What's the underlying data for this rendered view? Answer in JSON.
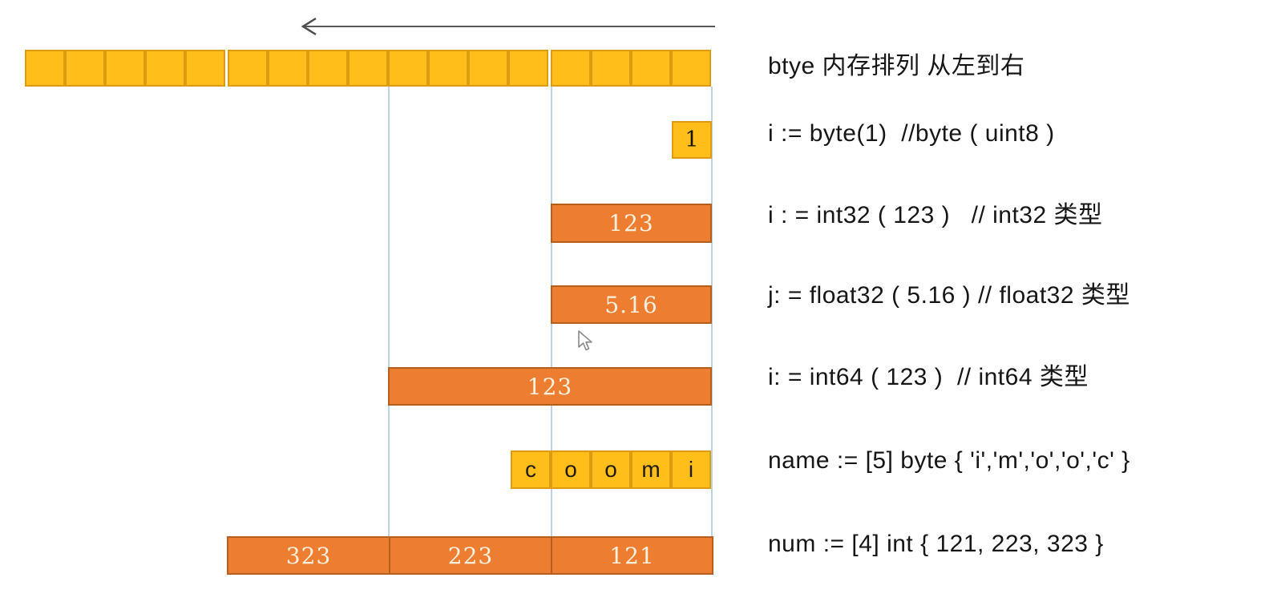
{
  "colors": {
    "gold_fill": "#FFBE19",
    "gold_border": "#DC9B10",
    "orange_fill": "#ED7D31",
    "orange_border": "#B45F1E",
    "bar_text": "#F8F0DE",
    "guide_line": "#BED4E6",
    "arrow": "#595959",
    "annotation_text": "#161616"
  },
  "arrow": {
    "direction": "left"
  },
  "memory_row": {
    "cell_count": 17
  },
  "byte_value_box": {
    "label": "1"
  },
  "int32_bar": {
    "label": "123"
  },
  "float32_bar": {
    "label": "5.16"
  },
  "int64_bar": {
    "label": "123"
  },
  "name_array": {
    "cells": [
      "c",
      "o",
      "o",
      "m",
      "i"
    ]
  },
  "num_array": {
    "segments": [
      "323",
      "223",
      "121"
    ]
  },
  "annotations": [
    {
      "text": "btye 内存排列 从左到右"
    },
    {
      "text": "i := byte(1)  //byte ( uint8 )"
    },
    {
      "text": "i : = int32 ( 123 )   // int32 类型"
    },
    {
      "text": "j: = float32 ( 5.16 ) // float32 类型"
    },
    {
      "text": "i: = int64 ( 123 )  // int64 类型"
    },
    {
      "text": "name := [5] byte { 'i','m','o','o','c' }"
    },
    {
      "text": "num := [4] int { 121, 223, 323 }"
    }
  ]
}
